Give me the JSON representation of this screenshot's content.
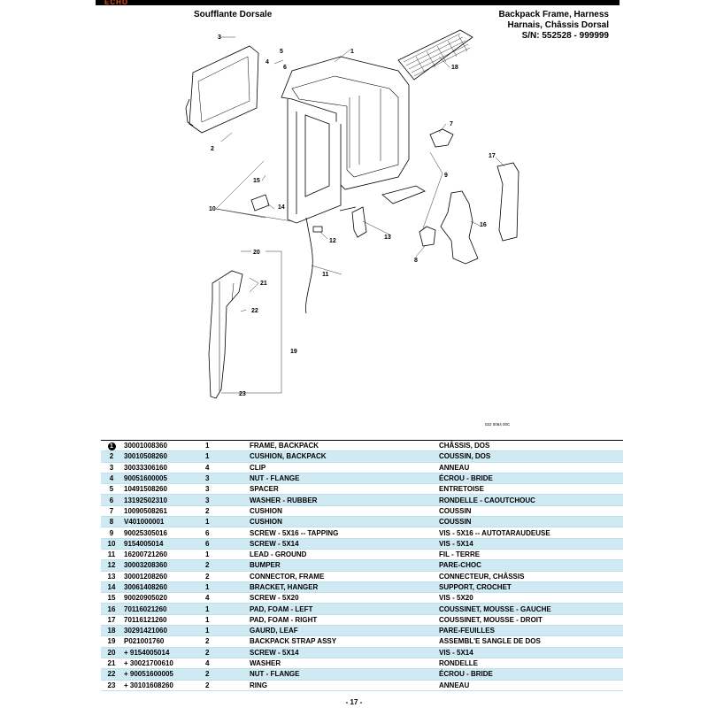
{
  "header": {
    "left_title": "Soufflante Dorsale",
    "right_line1": "Backpack Frame, Harness",
    "right_line2": "Harnais, Châssis Dorsal",
    "right_line3": "S/N: 552528 - 999999"
  },
  "logo": {
    "text": "ECHO",
    "color": "#e0501a"
  },
  "diagram": {
    "callouts": [
      "1",
      "2",
      "3",
      "4",
      "5",
      "6",
      "7",
      "8",
      "9",
      "10",
      "11",
      "12",
      "13",
      "14",
      "15",
      "16",
      "17",
      "18",
      "19",
      "20",
      "21",
      "22",
      "23"
    ],
    "figure_code": "022 0064 00C"
  },
  "parts": [
    {
      "ref": "1",
      "part_number": "30001008360",
      "qty": "1",
      "desc_en": "FRAME, BACKPACK",
      "desc_fr": "CHÂSSIS, DOS",
      "circled": true
    },
    {
      "ref": "2",
      "part_number": "30010508260",
      "qty": "1",
      "desc_en": "CUSHION, BACKPACK",
      "desc_fr": "COUSSIN, DOS"
    },
    {
      "ref": "3",
      "part_number": "30033306160",
      "qty": "4",
      "desc_en": "CLIP",
      "desc_fr": "ANNEAU"
    },
    {
      "ref": "4",
      "part_number": "90051600005",
      "qty": "3",
      "desc_en": "NUT - FLANGE",
      "desc_fr": "ÉCROU - BRIDE"
    },
    {
      "ref": "5",
      "part_number": "10491508260",
      "qty": "3",
      "desc_en": "SPACER",
      "desc_fr": "ENTRETOISE"
    },
    {
      "ref": "6",
      "part_number": "13192502310",
      "qty": "3",
      "desc_en": "WASHER - RUBBER",
      "desc_fr": "RONDELLE - CAOUTCHOUC"
    },
    {
      "ref": "7",
      "part_number": "10090508261",
      "qty": "2",
      "desc_en": "CUSHION",
      "desc_fr": "COUSSIN"
    },
    {
      "ref": "8",
      "part_number": "V401000001",
      "qty": "1",
      "desc_en": "CUSHION",
      "desc_fr": "COUSSIN"
    },
    {
      "ref": "9",
      "part_number": "90025305016",
      "qty": "6",
      "desc_en": "SCREW - 5X16 -- TAPPING",
      "desc_fr": "VIS - 5X16 -- AUTOTARAUDEUSE"
    },
    {
      "ref": "10",
      "part_number": "9154005014",
      "qty": "6",
      "desc_en": "SCREW - 5X14",
      "desc_fr": "VIS - 5X14"
    },
    {
      "ref": "11",
      "part_number": "16200721260",
      "qty": "1",
      "desc_en": "LEAD - GROUND",
      "desc_fr": "FIL - TERRE"
    },
    {
      "ref": "12",
      "part_number": "30003208360",
      "qty": "2",
      "desc_en": "BUMPER",
      "desc_fr": "PARE-CHOC"
    },
    {
      "ref": "13",
      "part_number": "30001208260",
      "qty": "2",
      "desc_en": "CONNECTOR, FRAME",
      "desc_fr": "CONNECTEUR, CHÂSSIS"
    },
    {
      "ref": "14",
      "part_number": "30061408260",
      "qty": "1",
      "desc_en": "BRACKET, HANGER",
      "desc_fr": "SUPPORT, CROCHET"
    },
    {
      "ref": "15",
      "part_number": "90020905020",
      "qty": "4",
      "desc_en": "SCREW - 5X20",
      "desc_fr": "VIS - 5X20"
    },
    {
      "ref": "16",
      "part_number": "70116021260",
      "qty": "1",
      "desc_en": "PAD, FOAM - LEFT",
      "desc_fr": "COUSSINET, MOUSSE - GAUCHE"
    },
    {
      "ref": "17",
      "part_number": "70116121260",
      "qty": "1",
      "desc_en": "PAD, FOAM - RIGHT",
      "desc_fr": "COUSSINET, MOUSSE - DROIT"
    },
    {
      "ref": "18",
      "part_number": "30291421060",
      "qty": "1",
      "desc_en": "GAURD, LEAF",
      "desc_fr": "PARE-FEUILLES"
    },
    {
      "ref": "19",
      "part_number": "P021001760",
      "qty": "2",
      "desc_en": "BACKPACK STRAP ASSY",
      "desc_fr": "ASSEMBL'E SANGLE DE DOS"
    },
    {
      "ref": "20",
      "part_number": "+ 9154005014",
      "qty": "2",
      "desc_en": "SCREW - 5X14",
      "desc_fr": "VIS - 5X14"
    },
    {
      "ref": "21",
      "part_number": "+ 30021700610",
      "qty": "4",
      "desc_en": "WASHER",
      "desc_fr": "RONDELLE"
    },
    {
      "ref": "22",
      "part_number": "+ 90051600005",
      "qty": "2",
      "desc_en": "NUT - FLANGE",
      "desc_fr": "ÉCROU - BRIDE"
    },
    {
      "ref": "23",
      "part_number": "+ 30101608260",
      "qty": "2",
      "desc_en": "RING",
      "desc_fr": "ANNEAU"
    }
  ],
  "footer": {
    "page_number": "- 17 -"
  }
}
